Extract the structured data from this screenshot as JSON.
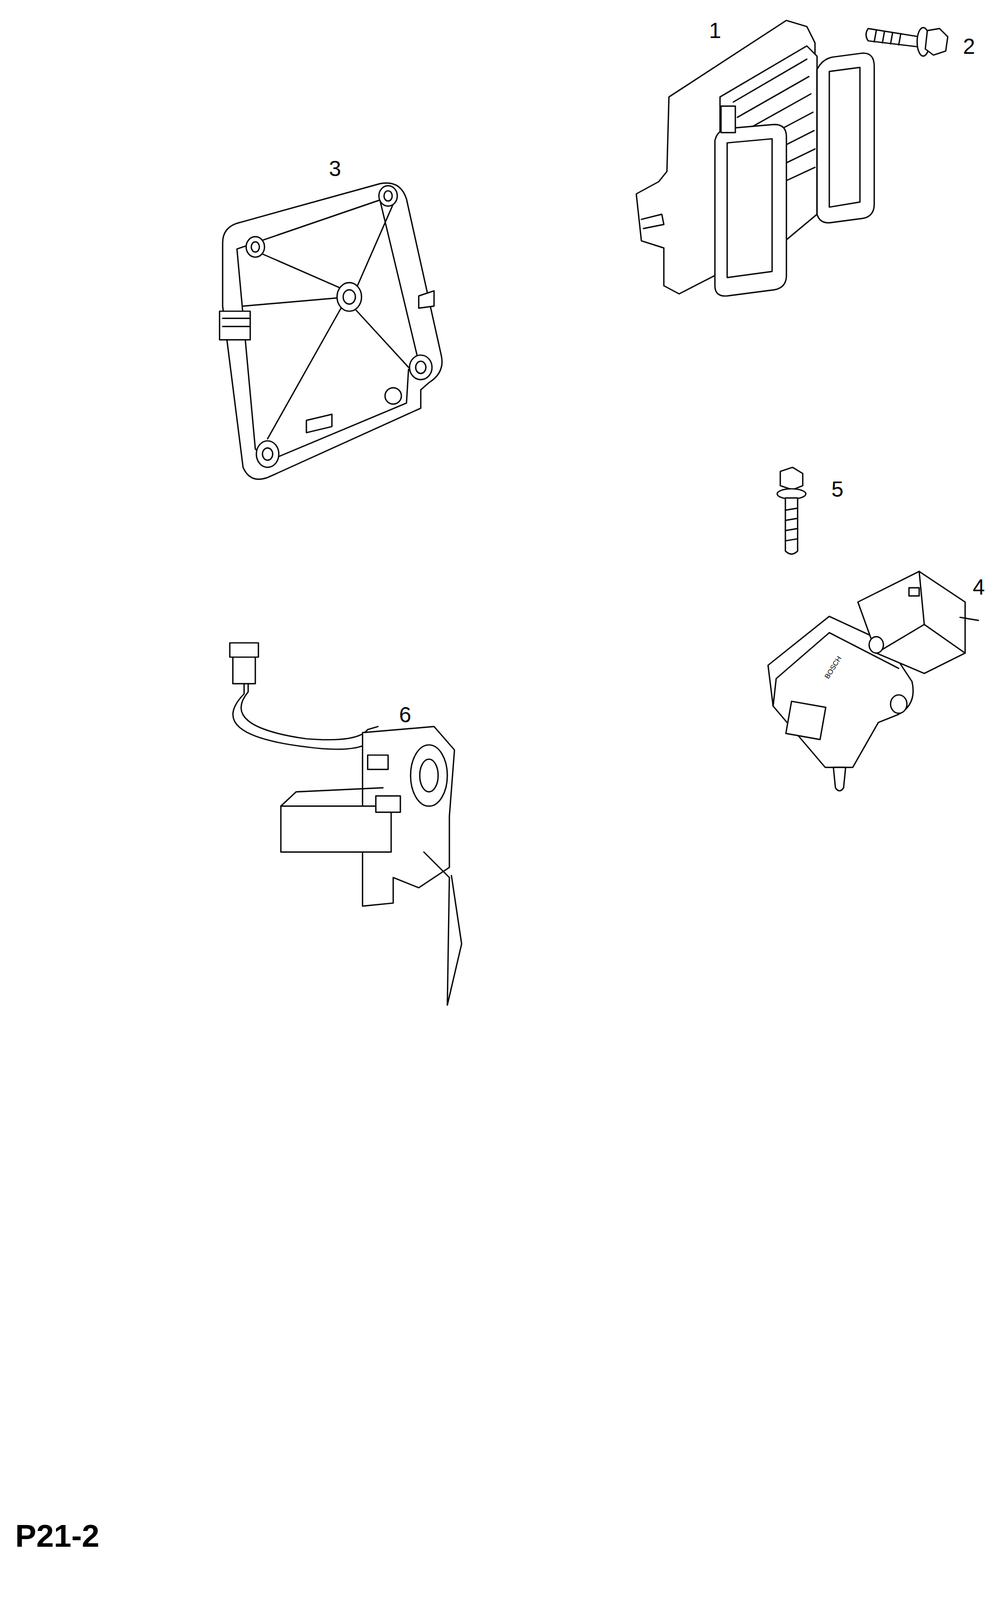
{
  "diagram": {
    "labels": [
      "1",
      "2",
      "3",
      "4",
      "5",
      "6",
      "BOSCH",
      "P21-2"
    ]
  }
}
